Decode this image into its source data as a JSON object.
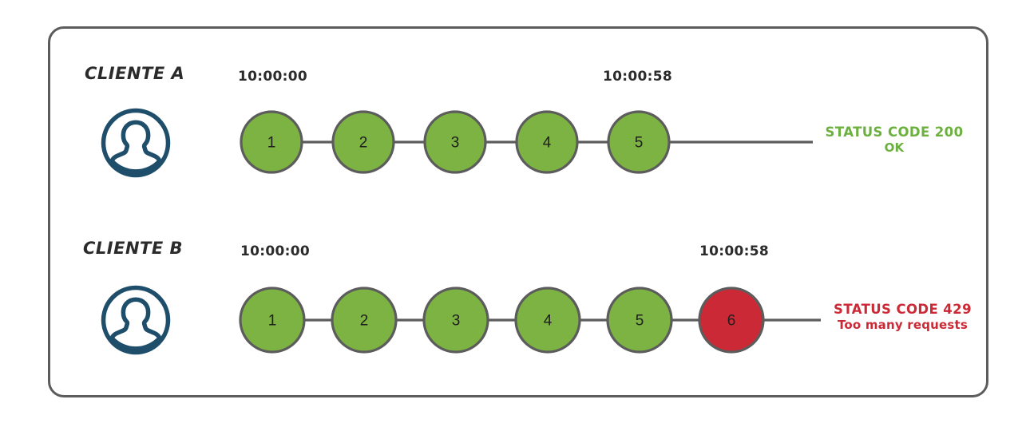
{
  "diagram": {
    "title_visible": false,
    "colors": {
      "frame_border": "#5c5c5c",
      "node_ok": "#7cb342",
      "node_error": "#cc2936",
      "node_border": "#5c5c5c",
      "avatar": "#1f4e6b",
      "status_ok_text": "#6cb03f",
      "status_error_text": "#cc2936",
      "label_text": "#2b2b2b"
    },
    "rows": [
      {
        "id": "client-a",
        "label": "CLIENTE A",
        "avatar_icon": "user-avatar-icon",
        "start_time": "10:00:00",
        "end_time": "10:00:58",
        "nodes": [
          {
            "n": "1",
            "state": "ok"
          },
          {
            "n": "2",
            "state": "ok"
          },
          {
            "n": "3",
            "state": "ok"
          },
          {
            "n": "4",
            "state": "ok"
          },
          {
            "n": "5",
            "state": "ok"
          }
        ],
        "status": {
          "line1": "STATUS CODE 200",
          "line2": "OK",
          "state": "ok"
        }
      },
      {
        "id": "client-b",
        "label": "CLIENTE B",
        "avatar_icon": "user-avatar-icon",
        "start_time": "10:00:00",
        "end_time": "10:00:58",
        "nodes": [
          {
            "n": "1",
            "state": "ok"
          },
          {
            "n": "2",
            "state": "ok"
          },
          {
            "n": "3",
            "state": "ok"
          },
          {
            "n": "4",
            "state": "ok"
          },
          {
            "n": "5",
            "state": "ok"
          },
          {
            "n": "6",
            "state": "error"
          }
        ],
        "status": {
          "line1": "STATUS CODE 429",
          "line2": "Too many requests",
          "state": "error"
        }
      }
    ]
  }
}
